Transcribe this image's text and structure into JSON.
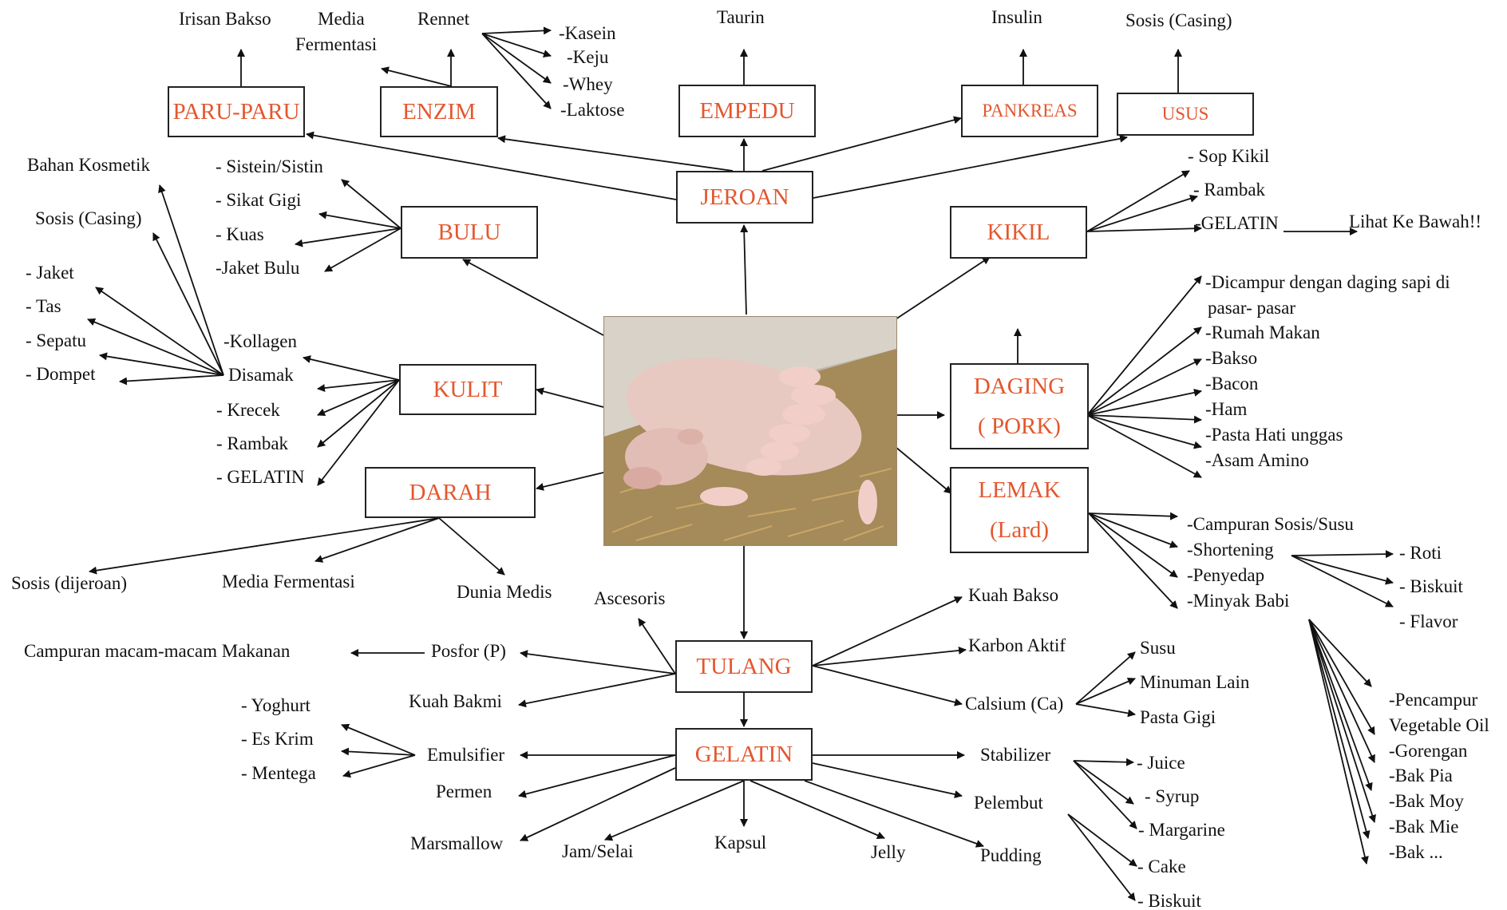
{
  "accent_color": "#e4572e",
  "center_image": {
    "icon": "sow-nursing-piglets-photo"
  },
  "nodes": {
    "paru": "PARU-PARU",
    "enzim": "ENZIM",
    "empedu": "EMPEDU",
    "pankreas": "PANKREAS",
    "usus": "USUS",
    "jeroan": "JEROAN",
    "bulu": "BULU",
    "kikil": "KIKIL",
    "kulit": "KULIT",
    "daging1": "DAGING",
    "daging2": "( PORK)",
    "darah": "DARAH",
    "lemak1": "LEMAK",
    "lemak2": "(Lard)",
    "tulang": "TULANG",
    "gelatin": "GELATIN"
  },
  "labels": {
    "irisan_bakso": "Irisan Bakso",
    "media1": "Media",
    "fermentasi": "Fermentasi",
    "rennet": "Rennet",
    "kasein": "-Kasein",
    "keju": "-Keju",
    "whey": "-Whey",
    "laktose": "-Laktose",
    "taurin": "Taurin",
    "insulin": "Insulin",
    "sosis_casing_top": "Sosis (Casing)",
    "bahan_kosmetik": "Bahan Kosmetik",
    "sosis_casing_left": "Sosis (Casing)",
    "sistein": "- Sistein/Sistin",
    "sikat": "- Sikat Gigi",
    "kuas": "- Kuas",
    "jaket_bulu": "-Jaket Bulu",
    "sop_kikil": "- Sop Kikil",
    "rambak_kikil": "- Rambak",
    "gelatin_kikil": "-GELATIN",
    "lihat": "Lihat Ke Bawah!!",
    "jaket": "- Jaket",
    "tas": "- Tas",
    "sepatu": "- Sepatu",
    "dompet": "- Dompet",
    "kollagen": "-Kollagen",
    "disamak": "Disamak",
    "krecek": "- Krecek",
    "rambak_kulit": "- Rambak",
    "gelatin_kulit": "- GELATIN",
    "dicampur1": "-Dicampur  dengan daging sapi di",
    "dicampur2": "pasar- pasar",
    "rumah_makan": "-Rumah Makan",
    "bakso": "-Bakso",
    "bacon": "-Bacon",
    "ham": "-Ham",
    "pasta_hati": "-Pasta Hati unggas",
    "asam_amino": "-Asam Amino",
    "sosis_dijeroan": "Sosis (dijeroan)",
    "media_fermentasi": "Media Fermentasi",
    "dunia_medis": "Dunia Medis",
    "campuran_sosis": "-Campuran Sosis/Susu",
    "shortening": "-Shortening",
    "penyedap": "-Penyedap",
    "minyak_babi": "-Minyak Babi",
    "roti": "- Roti",
    "biskuit_lemak": "- Biskuit",
    "flavor": "- Flavor",
    "pencampur": "-Pencampur",
    "vegetable_oil": "Vegetable  Oil",
    "gorengan": "-Gorengan",
    "bak_pia": "-Bak  Pia",
    "bak_moy": "-Bak  Moy",
    "bak_mie": "-Bak  Mie",
    "bak_etc": "-Bak  ...",
    "ascesoris": "Ascesoris",
    "kuah_bakso": "Kuah Bakso",
    "karbon": "Karbon Aktif",
    "campuran_makanan": "Campuran macam-macam  Makanan",
    "posfor": "Posfor (P)",
    "kuah_bakmi": "Kuah Bakmi",
    "susu": "Susu",
    "minuman_lain": "Minuman Lain",
    "calsium": "Calsium  (Ca)",
    "pasta_gigi": "Pasta Gigi",
    "yoghurt": "- Yoghurt",
    "es_krim": "- Es Krim",
    "mentega": "- Mentega",
    "emulsifier": "Emulsifier",
    "permen": "Permen",
    "stabilizer": "Stabilizer",
    "juice": "- Juice",
    "syrup": "- Syrup",
    "margarine": "- Margarine",
    "pelembut": "Pelembut",
    "cake": "- Cake",
    "biskuit_gel": "- Biskuit",
    "marsmallow": "Marsmallow",
    "jam": "Jam/Selai",
    "kapsul": "Kapsul",
    "jelly": "Jelly",
    "pudding": "Pudding"
  }
}
